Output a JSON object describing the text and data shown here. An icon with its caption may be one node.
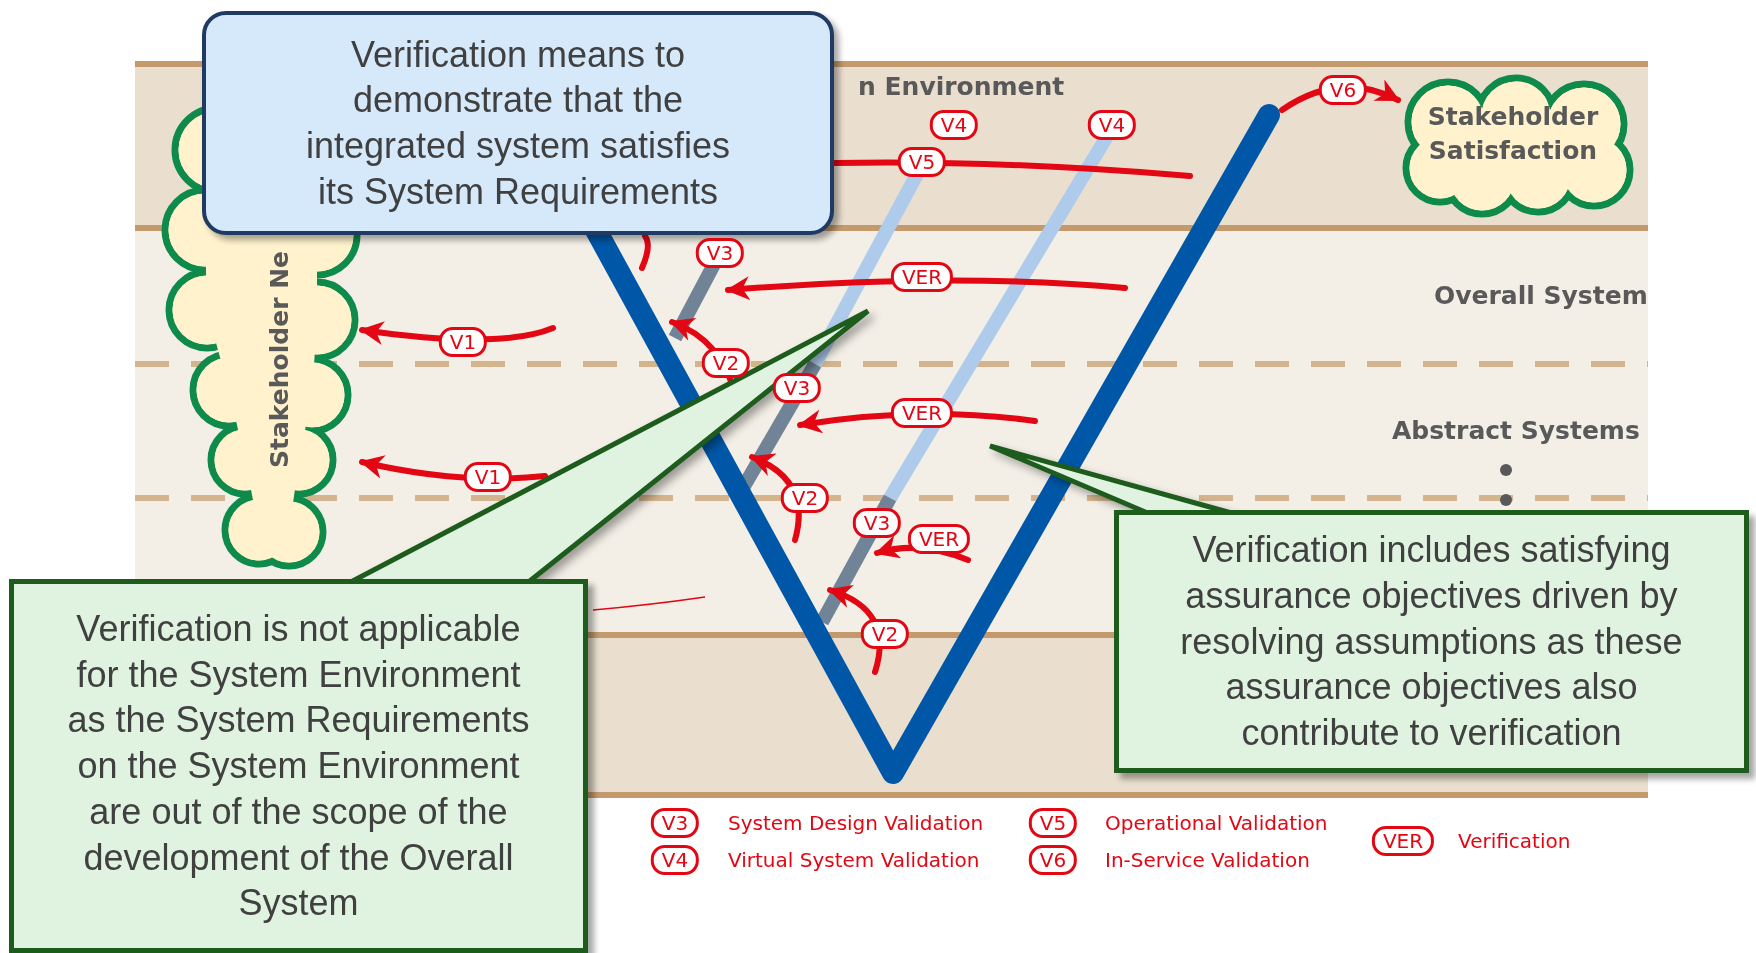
{
  "diagram": {
    "nodes": [
      {
        "text": [
          "Verification means to demonstrate that the integrated system satisfies its System Requirements"
        ]
      },
      {
        "text": [
          "Stakeholder Ne"
        ]
      },
      {
        "text": [
          "Stakeholder Satisfaction"
        ]
      },
      {
        "text": [
          "Verification is not applicable for the System Environment as the System Requirements on the System Environment are out of the scope of the development of the Overall System"
        ]
      },
      {
        "text": [
          "Verification includes satisfying assurance objectives driven by resolving assumptions as these assurance objectives also contribute to verification"
        ]
      }
    ],
    "edges": [
      {
        "from": null,
        "to": 1,
        "arrow": "to",
        "label": "V1"
      },
      {
        "from": null,
        "to": 1,
        "arrow": "to",
        "label": "V1"
      },
      {
        "from": null,
        "to": 2,
        "arrow": "to",
        "label": "V6"
      }
    ],
    "labels": [
      "n Environment",
      "V4",
      "V4",
      "V5",
      "V3",
      "VER",
      "Overall System",
      "V2",
      "V3",
      "VER",
      "Abstract Systems",
      "V2",
      "V3",
      "VER",
      "V2",
      "V3",
      "V4",
      "V5",
      "V6",
      "VER"
    ],
    "legend": [
      {
        "text": "System Design Validation"
      },
      {
        "text": "Virtual System Validation"
      },
      {
        "text": "Operational Validation"
      },
      {
        "text": "In-Service Validation"
      },
      {
        "text": "Verification"
      }
    ]
  }
}
